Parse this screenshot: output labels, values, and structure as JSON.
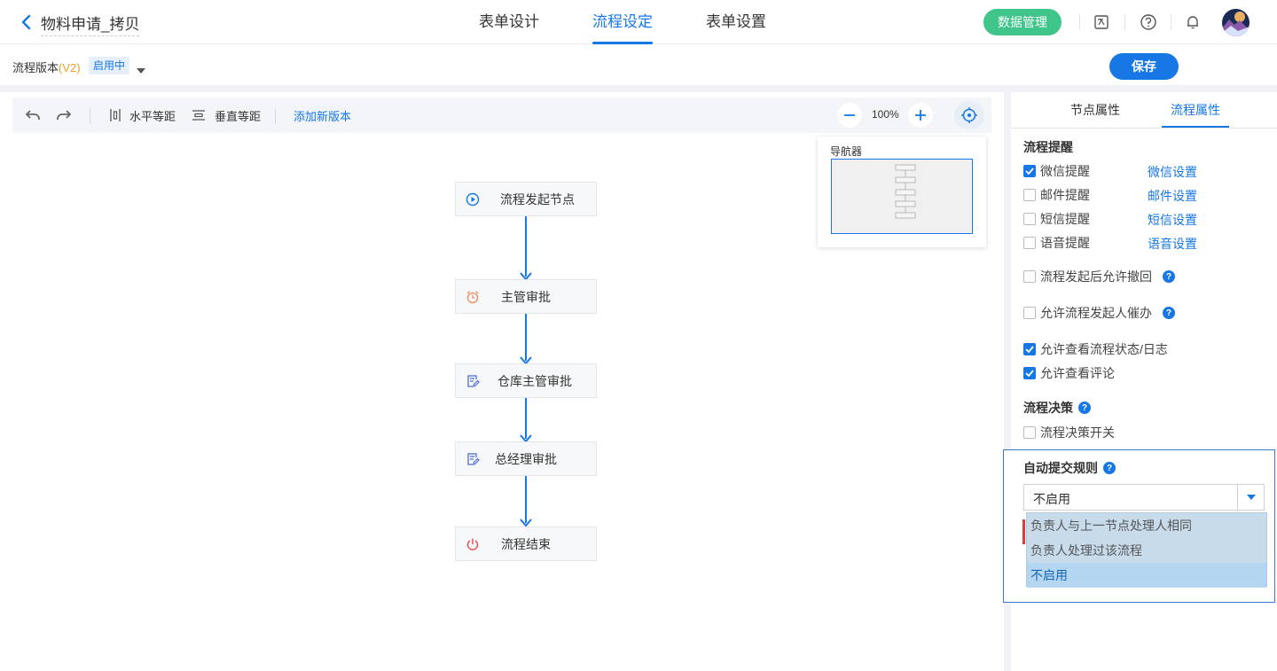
{
  "header": {
    "title": "物料申请_拷贝",
    "tabs": [
      {
        "label": "表单设计"
      },
      {
        "label": "流程设定"
      },
      {
        "label": "表单设置"
      }
    ],
    "data_btn": "数据管理"
  },
  "subheader": {
    "version_prefix": "流程版本",
    "version": "(V2)",
    "status": "启用中",
    "save": "保存"
  },
  "toolbar": {
    "horizontal": "水平等距",
    "vertical": "垂直等距",
    "add_version": "添加新版本",
    "zoom": "100%"
  },
  "navigator": {
    "title": "导航器"
  },
  "flow": {
    "nodes": [
      {
        "label": "流程发起节点",
        "icon": "play-circle-icon"
      },
      {
        "label": "主管审批",
        "icon": "alarm-clock-icon"
      },
      {
        "label": "仓库主管审批",
        "icon": "edit-doc-icon"
      },
      {
        "label": "总经理审批",
        "icon": "edit-doc-icon"
      },
      {
        "label": "流程结束",
        "icon": "power-icon"
      }
    ]
  },
  "panel": {
    "tabs": [
      {
        "label": "节点属性"
      },
      {
        "label": "流程属性"
      }
    ],
    "remind": {
      "title": "流程提醒",
      "items": [
        {
          "label": "微信提醒",
          "link": "微信设置",
          "checked": true
        },
        {
          "label": "邮件提醒",
          "link": "邮件设置",
          "checked": false
        },
        {
          "label": "短信提醒",
          "link": "短信设置",
          "checked": false
        },
        {
          "label": "语音提醒",
          "link": "语音设置",
          "checked": false
        }
      ]
    },
    "options": [
      {
        "label": "流程发起后允许撤回",
        "checked": false
      },
      {
        "label": "允许流程发起人催办",
        "checked": false
      },
      {
        "label": "允许查看流程状态/日志",
        "checked": true
      },
      {
        "label": "允许查看评论",
        "checked": true
      }
    ],
    "decision": {
      "title": "流程决策",
      "switch_label": "流程决策开关"
    },
    "auto_submit": {
      "title": "自动提交规则",
      "value": "不启用",
      "options": [
        "负责人与上一节点处理人相同",
        "负责人处理过该流程",
        "不启用"
      ]
    }
  },
  "colors": {
    "accent": "#1677e5",
    "green": "#3fc48a",
    "version": "#f0a020"
  }
}
